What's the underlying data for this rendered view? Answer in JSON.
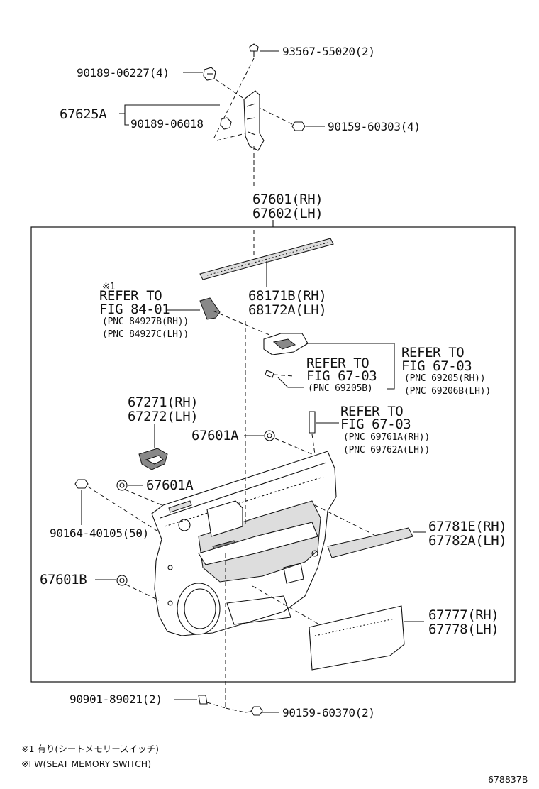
{
  "labels": {
    "p93567": "93567-55020(2)",
    "p90189a": "90189-06227(4)",
    "p67625": "67625A",
    "p90189b": "90189-06018",
    "p90159a": "90159-60303(4)",
    "p67601rh": "67601(RH)",
    "p67602lh": "67602(LH)",
    "note1mark": "※1",
    "refer84a": "REFER TO",
    "refer84b": "FIG 84-01",
    "pnc84927b": "(PNC 84927B(RH))",
    "pnc84927c": "(PNC 84927C(LH))",
    "p68171": "68171B(RH)",
    "p68172": "68172A(LH)",
    "refer67a1": "REFER TO",
    "refer67a2": "FIG 67-03",
    "pnc69205": "(PNC 69205(RH))",
    "pnc69206": "(PNC 69206B(LH))",
    "refer67b1": "REFER TO",
    "refer67b2": "FIG 67-03",
    "pnc69205b": "(PNC 69205B)",
    "p67271": "67271(RH)",
    "p67272": "67272(LH)",
    "refer67c1": "REFER TO",
    "refer67c2": "FIG 67-03",
    "pnc69761": "(PNC 69761A(RH))",
    "pnc69762": "(PNC 69762A(LH))",
    "p67601a_1": "67601A",
    "p67601a_2": "67601A",
    "p90164": "90164-40105(50)",
    "p67781": "67781E(RH)",
    "p67782": "67782A(LH)",
    "p67601b": "67601B",
    "p67777": "67777(RH)",
    "p67778": "67778(LH)",
    "p90901": "90901-89021(2)",
    "p90159b": "90159-60370(2)"
  },
  "notes": {
    "jp": "※1 有り(シートメモリースイッチ)",
    "en": "※I W(SEAT MEMORY SWITCH)"
  },
  "figure_code": "678837B"
}
